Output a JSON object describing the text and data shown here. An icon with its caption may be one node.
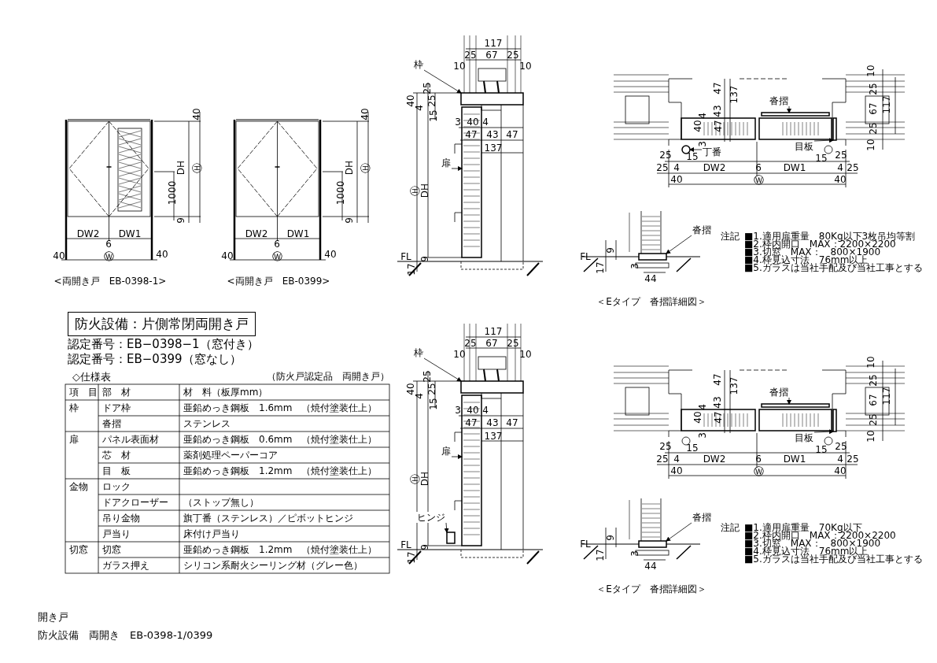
{
  "diagram": {
    "nodes": [
      {
        "text": [
          "防火設備：片側常閉両開き戸"
        ]
      },
      {
        "text": [
          "枠"
        ]
      },
      {
        "text": [
          "扉"
        ]
      },
      {
        "text": [
          "沓摺"
        ]
      },
      {
        "text": [
          "丁番"
        ]
      },
      {
        "text": [
          "目板"
        ]
      },
      {
        "text": [
          "沓摺"
        ]
      },
      {
        "text": [
          "枠"
        ]
      },
      {
        "text": [
          "扉"
        ]
      },
      {
        "text": [
          "ヒンジ"
        ]
      },
      {
        "text": [
          "沓摺"
        ]
      },
      {
        "text": [
          "目板"
        ]
      },
      {
        "text": [
          "沓摺"
        ]
      },
      {
        "text": [],
        "shape": "box"
      },
      {
        "text": [],
        "shape": "box"
      },
      {
        "text": [],
        "shape": "bar"
      },
      {
        "text": [],
        "shape": "circle"
      },
      {
        "text": [],
        "shape": "bar"
      },
      {
        "text": [],
        "shape": "bar"
      },
      {
        "text": [],
        "shape": "box"
      },
      {
        "text": [],
        "shape": "box"
      },
      {
        "text": [],
        "shape": "box"
      },
      {
        "text": [],
        "shape": "bar"
      },
      {
        "text": [],
        "shape": "bar"
      },
      {
        "text": [],
        "shape": "bar"
      }
    ],
    "edges": [
      {
        "from": 1,
        "to": 13,
        "arrow": "to"
      },
      {
        "from": 2,
        "to": 14,
        "arrow": "to"
      },
      {
        "from": 3,
        "to": 15,
        "arrow": "to"
      },
      {
        "from": 4,
        "to": 16,
        "arrow": "to"
      },
      {
        "from": 5,
        "to": 17,
        "arrow": "to"
      },
      {
        "from": 6,
        "to": 18,
        "arrow": "to"
      },
      {
        "from": 7,
        "to": 19,
        "arrow": "to"
      },
      {
        "from": 8,
        "to": 20,
        "arrow": "to"
      },
      {
        "from": 9,
        "to": 21,
        "arrow": "to"
      },
      {
        "from": 10,
        "to": 22,
        "arrow": "to"
      },
      {
        "from": 11,
        "to": 23,
        "arrow": "to"
      },
      {
        "from": 12,
        "to": 24,
        "arrow": "to"
      }
    ],
    "labels": [
      "40",
      "DH",
      "Ⓗ",
      "1000",
      "9",
      "DW2",
      "DW1",
      "6",
      "40",
      "Ⓦ",
      "40",
      "<両開き戸　EB-0398-1>",
      "40",
      "DH",
      "Ⓗ",
      "1000",
      "9",
      "DW2",
      "DW1",
      "6",
      "40",
      "Ⓦ",
      "40",
      "<両開き戸　EB-0399>",
      "117",
      "25",
      "67",
      "25",
      "10",
      "10",
      "25",
      "40",
      "25",
      "4",
      "15",
      "3",
      "40",
      "4",
      "47",
      "43",
      "47",
      "137",
      "Ⓗ",
      "DH",
      "FL",
      "9",
      "17",
      "10",
      "47",
      "25",
      "43",
      "137",
      "67",
      "117",
      "4",
      "40",
      "47",
      "25",
      "3",
      "10",
      "25",
      "15",
      "15",
      "25",
      "25",
      "4",
      "DW2",
      "6",
      "DW1",
      "4",
      "25",
      "40",
      "Ⓦ",
      "40",
      "注記",
      "■1.適用扉重量　80Kg以下3枚吊均等割",
      "■2.枠内開口　MAX：2200×2200",
      "■3.切窓　MAX：　800×1900",
      "■4.枠見込寸法　76mm以上",
      "■5.ガラスは当社手配及び当社工事とする",
      "FL",
      "9",
      "17",
      "3",
      "44",
      "＜Eタイプ　沓摺詳細図＞",
      "認定番号：EB−0398−1（窓付き）",
      "認定番号：EB−0399（窓なし）",
      "◇仕様表",
      "（防火戸認定品　両開き戸）",
      "項　目",
      "部　材",
      "材　料（板厚mm）",
      "枠",
      "ドア枠",
      "亜鉛めっき鋼板　1.6mm　（焼付塗装仕上）",
      "沓摺",
      "ステンレス",
      "扉",
      "パネル表面材",
      "亜鉛めっき鋼板　0.6mm　（焼付塗装仕上）",
      "芯　材",
      "薬剤処理ペーパーコア",
      "目　板",
      "亜鉛めっき鋼板　1.2mm　（焼付塗装仕上）",
      "金物",
      "ロック",
      "ドアクローザー",
      "（ストップ無し）",
      "吊り金物",
      "旗丁番（ステンレス）／ピボットヒンジ",
      "戸当り",
      "床付け戸当り",
      "切窓",
      "切窓",
      "亜鉛めっき鋼板　1.2mm　（焼付塗装仕上）",
      "ガラス押え",
      "シリコン系耐火シーリング材（グレー色）",
      "117",
      "25",
      "67",
      "25",
      "10",
      "10",
      "25",
      "40",
      "25",
      "4",
      "15",
      "3",
      "40",
      "4",
      "47",
      "43",
      "47",
      "137",
      "Ⓗ",
      "DH",
      "FL",
      "9",
      "17",
      "10",
      "47",
      "25",
      "43",
      "137",
      "67",
      "117",
      "4",
      "40",
      "47",
      "25",
      "3",
      "10",
      "25",
      "15",
      "15",
      "25",
      "25",
      "4",
      "DW2",
      "6",
      "DW1",
      "4",
      "25",
      "40",
      "Ⓦ",
      "40",
      "注記",
      "■1.適用扉重量　70Kg以下",
      "■2.枠内開口　MAX：2200×2200",
      "■3.切窓　MAX：　800×1900",
      "■4.枠見込寸法　76mm以上",
      "■5.ガラスは当社手配及び当社工事とする",
      "FL",
      "9",
      "17",
      "3",
      "44",
      "＜Eタイプ　沓摺詳細図＞",
      "開き戸",
      "防火設備　両開き　EB-0398-1/0399"
    ]
  }
}
